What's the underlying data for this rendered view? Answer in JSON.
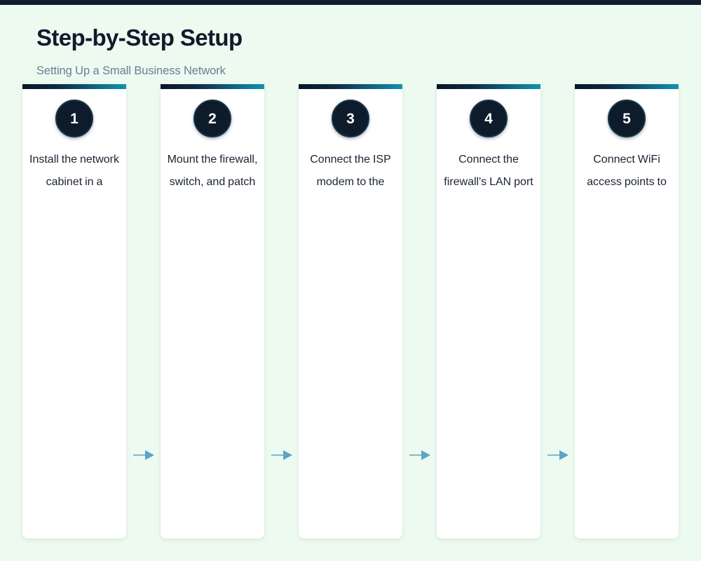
{
  "header": {
    "title": "Step-by-Step Setup",
    "subtitle": "Setting Up a Small Business Network"
  },
  "theme": {
    "background": "#edfaf0",
    "top_rule": "#111c2e",
    "card_background": "#ffffff",
    "badge_background": "#0d1b2b",
    "badge_text": "#ffffff",
    "title_color": "#101a2b",
    "subtitle_color": "#6c7d91",
    "body_text_color": "#1b2434",
    "topbar_gradient_from": "#0b1526",
    "topbar_gradient_to": "#1392ae",
    "arrow_color": "#5ca5c4"
  },
  "steps": [
    {
      "number": "1",
      "text": "Install the network cabinet in a"
    },
    {
      "number": "2",
      "text": "Mount the firewall, switch, and patch"
    },
    {
      "number": "3",
      "text": "Connect the ISP modem to the"
    },
    {
      "number": "4",
      "text": "Connect the firewall's LAN port"
    },
    {
      "number": "5",
      "text": "Connect WiFi access points to"
    }
  ],
  "connectors": [
    {
      "icon": "arrow-right-icon"
    },
    {
      "icon": "arrow-right-icon"
    },
    {
      "icon": "arrow-right-icon"
    },
    {
      "icon": "arrow-right-icon"
    }
  ]
}
